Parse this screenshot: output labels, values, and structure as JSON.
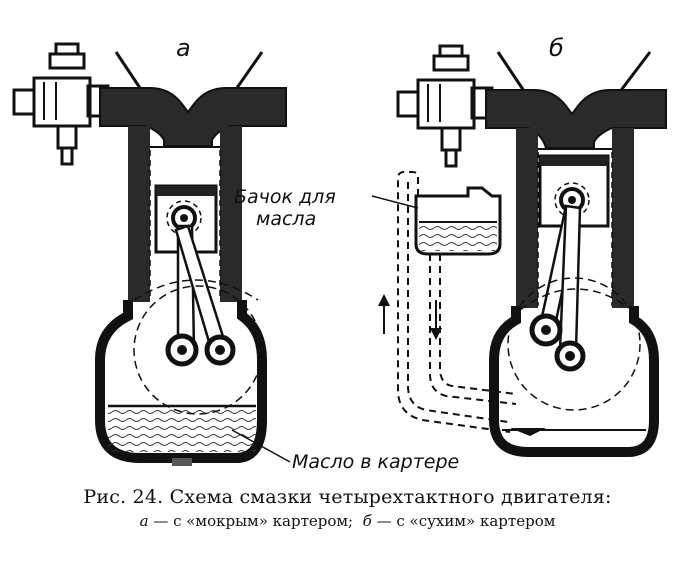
{
  "labels": {
    "a": "а",
    "b": "б",
    "tank_line1": "Бачок для",
    "tank_line2": "масла",
    "oil": "Масло в картере"
  },
  "caption": {
    "line1": "Рис. 24. Схема смазки четырехтактного двигателя:",
    "a_letter": "а",
    "a_text": " — с «мокрым» картером;  ",
    "b_letter": "б",
    "b_text": " — с «сухим» картером"
  }
}
